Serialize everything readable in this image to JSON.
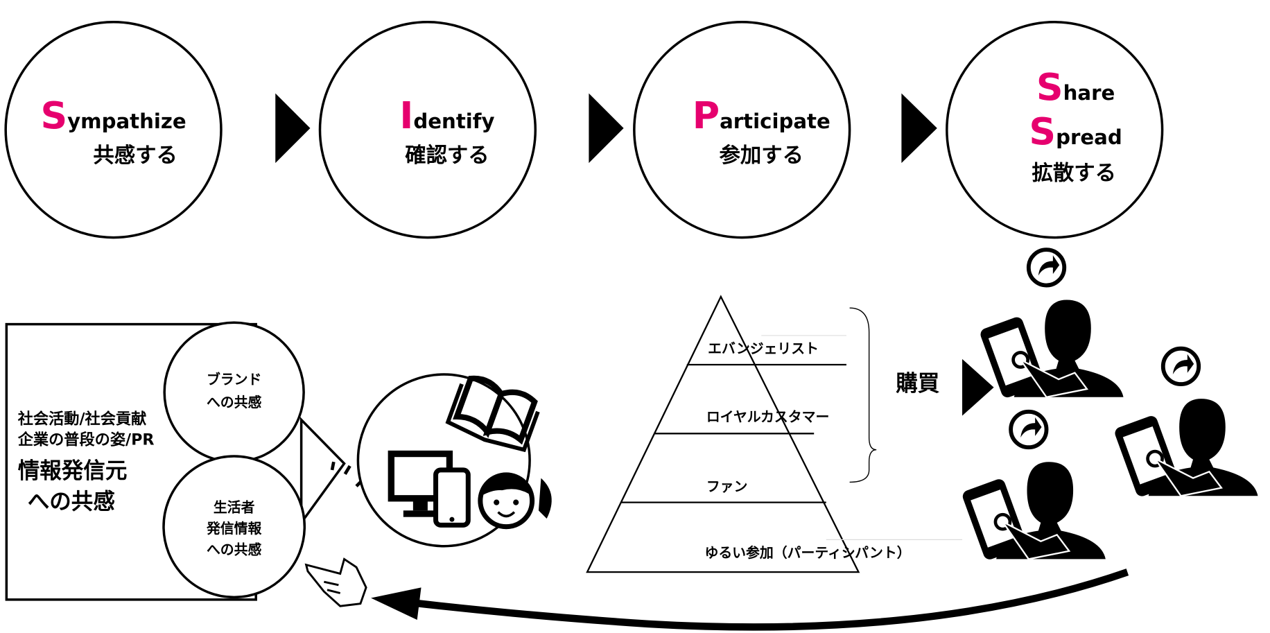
{
  "colors": {
    "accent": "#e6006e",
    "ink": "#000000"
  },
  "steps": [
    {
      "initial": "S",
      "rest": "ympathize",
      "jp": "共感する"
    },
    {
      "initial": "I",
      "rest": "dentify",
      "jp": "確認する"
    },
    {
      "initial": "P",
      "rest": "articipate",
      "jp": "参加する"
    },
    {
      "initial1": "S",
      "rest1": "hare",
      "initial2": "S",
      "rest2": "pread",
      "jp": "拡散する"
    }
  ],
  "sympathy": {
    "line1": "社会活動/社会貢献",
    "line2": "企業の普段の姿/PR",
    "title1": "情報発信元",
    "title2": "への共感",
    "brand1": "ブランド",
    "brand2": "への共感",
    "consumer1": "生活者",
    "consumer2": "発信情報",
    "consumer3": "への共感"
  },
  "pyramid": {
    "levels": [
      "エバンジェリスト",
      "ロイヤルカスタマー",
      "ファン",
      "ゆるい参加（パーティシパント）"
    ],
    "purchase": "購買"
  },
  "icons": [
    "book-icon",
    "monitor-icon",
    "smartphone-icon",
    "girl-face-icon",
    "share-icon",
    "person-tapping-phone-icon",
    "pointing-hand-icon"
  ]
}
